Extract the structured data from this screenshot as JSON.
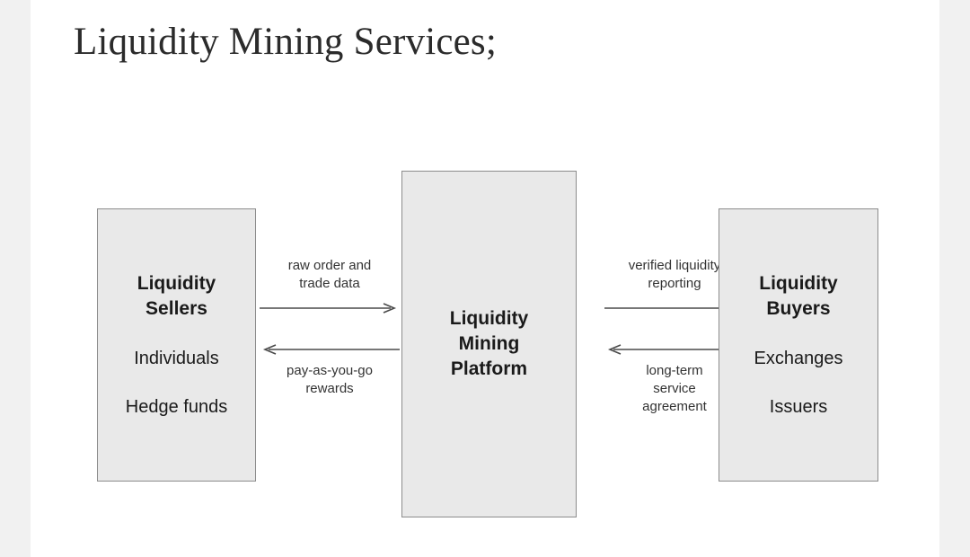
{
  "page": {
    "background_color": "#f1f1f1",
    "canvas_color": "#ffffff"
  },
  "slide": {
    "title": "Liquidity Mining Services;"
  },
  "diagram": {
    "type": "flow-diagram",
    "node_fill": "#e9e9e9",
    "node_border": "#8c8c8c",
    "nodes": [
      {
        "id": "liquidity-sellers",
        "title": "Liquidity\nSellers",
        "items": [
          "Individuals",
          "Hedge funds"
        ]
      },
      {
        "id": "liquidity-mining-platform",
        "title": "Liquidity\nMining\nPlatform",
        "items": []
      },
      {
        "id": "liquidity-buyers",
        "title": "Liquidity\nBuyers",
        "items": [
          "Exchanges",
          "Issuers"
        ]
      }
    ],
    "connectors": [
      {
        "id": "sellers-to-platform",
        "direction": "right",
        "label": "raw order and\ntrade data"
      },
      {
        "id": "platform-to-sellers",
        "direction": "left",
        "label": "pay-as-you-go\nrewards"
      },
      {
        "id": "platform-to-buyers",
        "direction": "right",
        "label": "verified liquidity\nreporting"
      },
      {
        "id": "buyers-to-platform",
        "direction": "left",
        "label": "long-term\nservice\nagreement"
      }
    ]
  }
}
